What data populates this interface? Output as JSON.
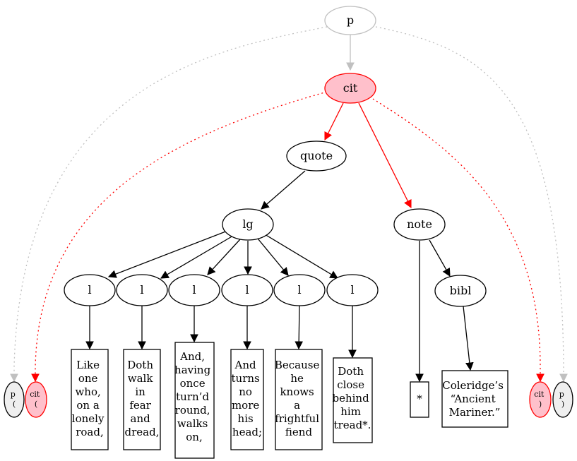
{
  "nodes": {
    "p": "p",
    "cit": "cit",
    "quote": "quote",
    "lg": "lg",
    "note": "note",
    "bibl": "bibl",
    "l": [
      "l",
      "l",
      "l",
      "l",
      "l",
      "l"
    ]
  },
  "lines": [
    [
      "Like",
      "one",
      "who,",
      "on a",
      "lonely",
      "road,"
    ],
    [
      "Doth",
      "walk",
      "in",
      "fear",
      "and",
      "dread,"
    ],
    [
      "And,",
      "having",
      "once",
      "turn’d",
      "round,",
      "walks",
      "on,"
    ],
    [
      "And",
      "turns",
      "no",
      "more",
      "his",
      "head;"
    ],
    [
      "Because",
      "he",
      "knows",
      "a",
      "frightful",
      "fiend"
    ],
    [
      "Doth",
      "close",
      "behind",
      "him",
      "tread*."
    ]
  ],
  "note_marker": "*",
  "bibl_text": [
    "Coleridge’s",
    "“Ancient",
    "Mariner.”"
  ],
  "markers": {
    "p_open": [
      "p",
      "("
    ],
    "cit_open": [
      "cit",
      "("
    ],
    "cit_close": [
      "cit",
      ")"
    ],
    "p_close": [
      "p",
      ")"
    ]
  },
  "colors": {
    "highlight_fill": "#ffc0cb",
    "highlight_stroke": "#ff0000",
    "muted_stroke": "#c0c0c0",
    "marker_fill": "#efefef"
  }
}
